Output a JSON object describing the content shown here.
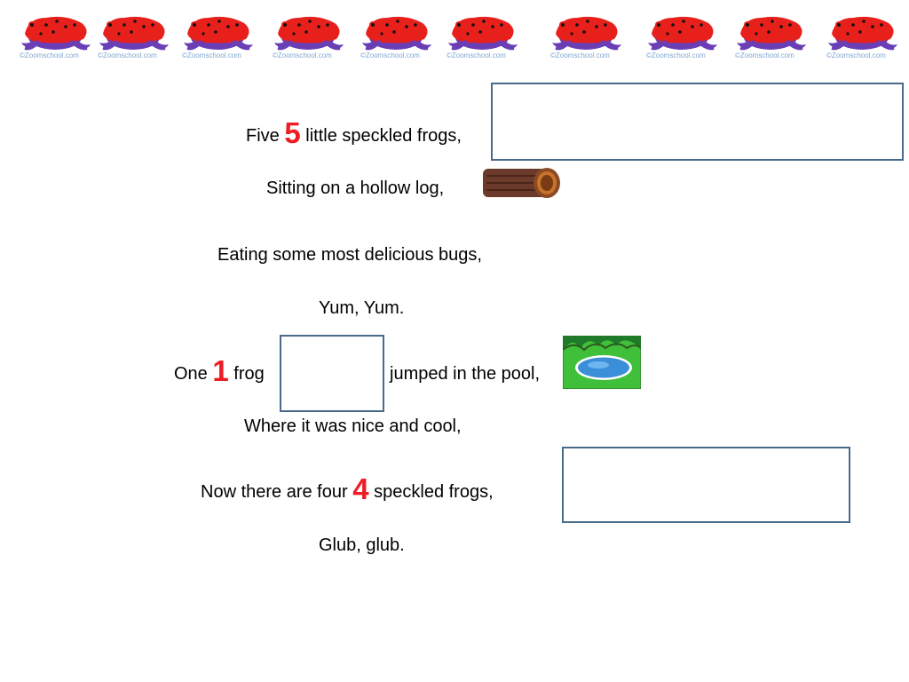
{
  "watermark": "©Zoomschool.com",
  "verse": {
    "line1": {
      "before": "Five",
      "number": "5",
      "after": "little speckled frogs,"
    },
    "line2": "Sitting on a hollow log,",
    "line3": "Eating some most delicious bugs,",
    "line4": "Yum, Yum.",
    "line5": {
      "before": "One",
      "number": "1",
      "middle": "frog",
      "after": "jumped in the pool,"
    },
    "line6": "Where it was nice and cool,",
    "line7": {
      "before": "Now there are four",
      "number": "4",
      "after": "speckled frogs,"
    },
    "line8": "Glub, glub."
  },
  "colors": {
    "number": "#ee1c25",
    "frog": "#e8201c",
    "frog_belly": "#6a3fb5",
    "box_border": "#4a6a8c"
  },
  "icons": [
    "frog-icon",
    "hollow-log-icon",
    "pool-icon"
  ]
}
